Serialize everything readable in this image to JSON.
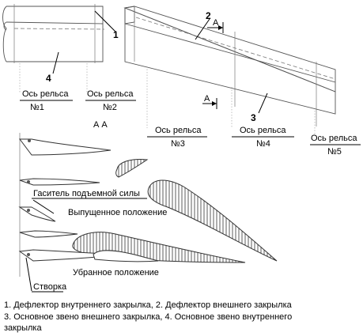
{
  "labels": {
    "n1": "1",
    "n2": "2",
    "n3": "3",
    "n4": "4",
    "sectionA_top": "А",
    "sectionA_bottom": "А",
    "sectionAA": "А А",
    "rail1_title": "Ось рельса",
    "rail1_num": "№1",
    "rail2_title": "Ось рельса",
    "rail2_num": "№2",
    "rail3_title": "Ось рельса",
    "rail3_num": "№3",
    "rail4_title": "Ось рельса",
    "rail4_num": "№4",
    "rail5_title": "Ось рельса",
    "rail5_num": "№5",
    "spoiler": "Гаситель подъемной силы",
    "extended": "Выпущенное положение",
    "retracted": "Убранное положение",
    "door": "Створка"
  },
  "caption": {
    "line1": "1. Дефлектор внутреннего закрылка, 2. Дефлектор внешнего закрылка",
    "line2": "3. Основное звено внешнего закрылка, 4. Основное звено внутреннего",
    "line3": "закрылка"
  }
}
